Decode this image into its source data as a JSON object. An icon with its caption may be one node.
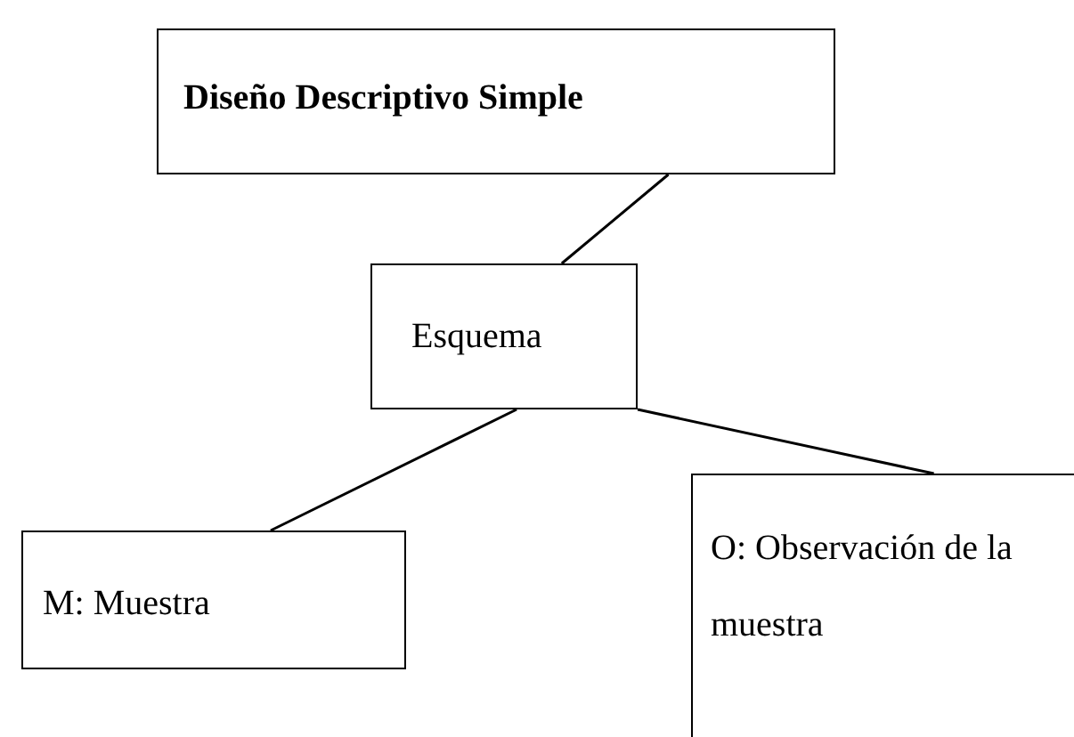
{
  "diagram": {
    "nodes": [
      {
        "text": [
          "Diseño Descriptivo Simple"
        ]
      },
      {
        "text": [
          "Esquema"
        ]
      },
      {
        "text": [
          "M: Muestra"
        ]
      },
      {
        "text": [
          "O: Observación de la muestra"
        ]
      }
    ],
    "edges": [
      {
        "from": 0,
        "to": 1,
        "arrow": "none"
      },
      {
        "from": 1,
        "to": 2,
        "arrow": "none"
      },
      {
        "from": 1,
        "to": 3,
        "arrow": "none"
      }
    ]
  }
}
